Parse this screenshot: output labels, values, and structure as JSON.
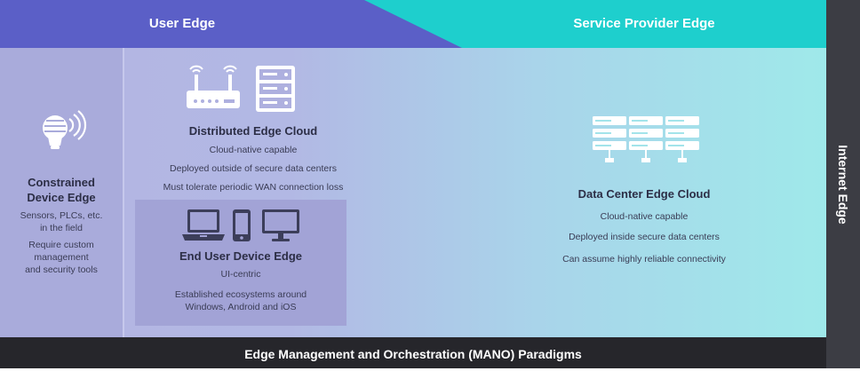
{
  "header": {
    "user_edge": "User Edge",
    "service_provider_edge": "Service Provider Edge"
  },
  "colors": {
    "user_edge_header": "#5b5fc7",
    "service_provider_header": "#1ecfcd",
    "footer": "#26262b",
    "right_rail": "#3c3d44"
  },
  "constrained": {
    "title_line1": "Constrained",
    "title_line2": "Device Edge",
    "lines": [
      "Sensors, PLCs, etc.",
      "in the field",
      "Require custom",
      "management",
      "and security tools"
    ],
    "icon": "smart-bulb-icon"
  },
  "distributed": {
    "title": "Distributed Edge Cloud",
    "lines": [
      "Cloud-native capable",
      "Deployed outside of secure data centers",
      "Must tolerate periodic WAN connection loss"
    ],
    "icons": [
      "router-icon",
      "server-icon"
    ]
  },
  "end_user": {
    "title": "End User Device Edge",
    "lines": [
      "UI-centric",
      "Established ecosystems around",
      "Windows, Android and iOS"
    ],
    "icons": [
      "laptop-icon",
      "phone-icon",
      "monitor-icon"
    ]
  },
  "data_center": {
    "title": "Data Center Edge Cloud",
    "lines": [
      "Cloud-native capable",
      "Deployed inside secure data centers",
      "Can assume highly reliable connectivity"
    ],
    "icon": "server-rack-icon"
  },
  "side_label": "Internet Edge",
  "footer": {
    "title": "Edge Management and Orchestration (MANO) Paradigms"
  }
}
